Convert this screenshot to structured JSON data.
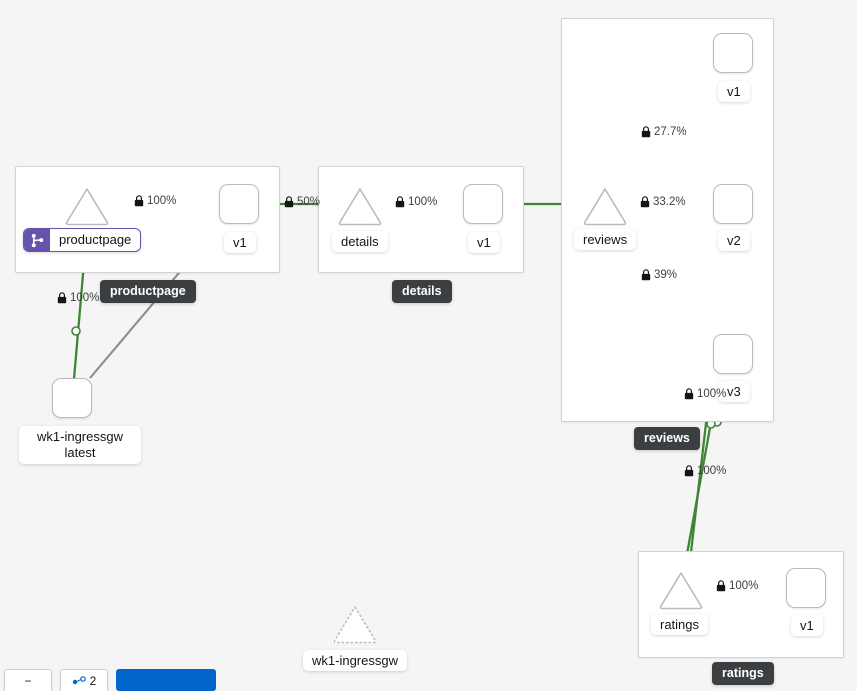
{
  "canvas": {
    "background": "#f5f5f5",
    "edge_color": "#3e8635",
    "edge_color_idle": "#8a8d90",
    "node_border": "#b8bbbe",
    "badge_color": "#6753ac",
    "group_badge_bg": "#3c3f42"
  },
  "groups": [
    {
      "id": "productpage",
      "badge": "productpage"
    },
    {
      "id": "details",
      "badge": "details"
    },
    {
      "id": "reviews",
      "badge": "reviews"
    },
    {
      "id": "ratings",
      "badge": "ratings"
    }
  ],
  "nodes": {
    "ingressgw_workload": {
      "label_line1": "wk1-ingressgw",
      "label_line2": "latest",
      "shape": "box"
    },
    "productpage_service": {
      "label": "productpage",
      "shape": "triangle",
      "badge": "virtual-service"
    },
    "productpage_v1": {
      "label": "v1",
      "shape": "box"
    },
    "details_service": {
      "label": "details",
      "shape": "triangle"
    },
    "details_v1": {
      "label": "v1",
      "shape": "box"
    },
    "reviews_service": {
      "label": "reviews",
      "shape": "triangle"
    },
    "reviews_v1": {
      "label": "v1",
      "shape": "box"
    },
    "reviews_v2": {
      "label": "v2",
      "shape": "box"
    },
    "reviews_v3": {
      "label": "v3",
      "shape": "box"
    },
    "ratings_service": {
      "label": "ratings",
      "shape": "triangle"
    },
    "ratings_v1": {
      "label": "v1",
      "shape": "box"
    },
    "ingressgw_service": {
      "label": "wk1-ingressgw",
      "shape": "triangle-dashed"
    }
  },
  "edges": [
    {
      "id": "gw-to-productpage",
      "label": "100%",
      "mtls": true,
      "color": "#3e8635"
    },
    {
      "id": "gw-to-productpage-v1",
      "label": "",
      "mtls": false,
      "color": "#8a8d90"
    },
    {
      "id": "productpage-to-v1",
      "label": "100%",
      "mtls": true,
      "color": "#3e8635"
    },
    {
      "id": "productpage-v1-to-details",
      "label": "50%",
      "mtls": true,
      "color": "#3e8635"
    },
    {
      "id": "details-to-v1",
      "label": "100%",
      "mtls": true,
      "color": "#3e8635"
    },
    {
      "id": "details-v1-to-reviews",
      "label": "",
      "mtls": false,
      "color": "#3e8635"
    },
    {
      "id": "reviews-to-v1",
      "label": "27.7%",
      "mtls": true,
      "color": "#3e8635"
    },
    {
      "id": "reviews-to-v2",
      "label": "33.2%",
      "mtls": true,
      "color": "#3e8635"
    },
    {
      "id": "reviews-to-v3",
      "label": "39%",
      "mtls": true,
      "color": "#3e8635"
    },
    {
      "id": "reviews-v3-to-ratings",
      "label": "100%",
      "mtls": true,
      "color": "#3e8635"
    },
    {
      "id": "reviews-v2-to-ratings",
      "label": "100%",
      "mtls": true,
      "color": "#3e8635"
    },
    {
      "id": "ratings-to-v1",
      "label": "100%",
      "mtls": true,
      "color": "#3e8635"
    }
  ],
  "toolbar": {
    "zoom_out": "−",
    "legend_count": "2",
    "primary_label": ""
  }
}
